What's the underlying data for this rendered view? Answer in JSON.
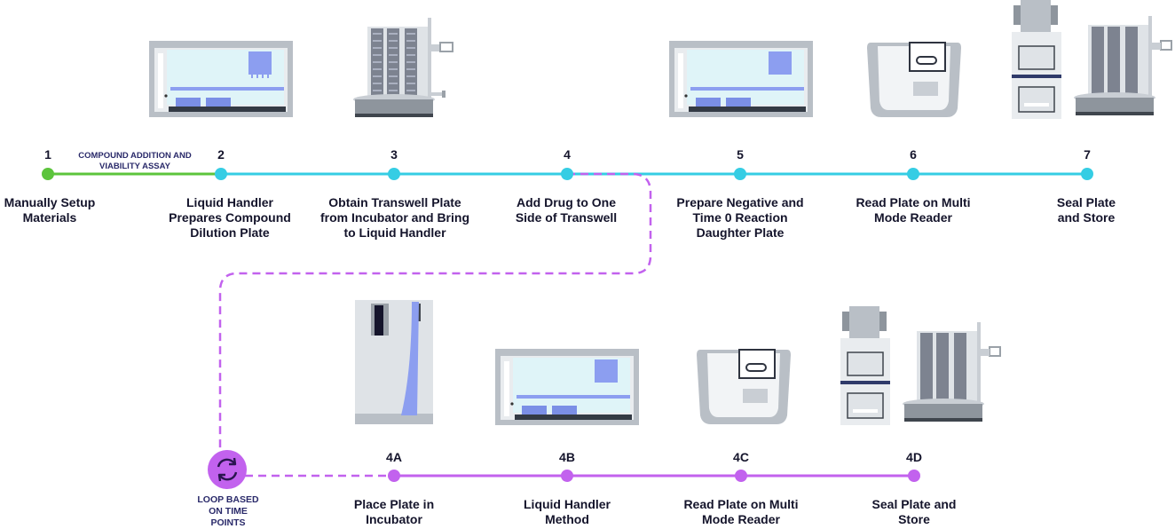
{
  "colors": {
    "green": "#5cc43c",
    "cyan": "#35cde4",
    "purple": "#c262ee",
    "purple_dark": "#8a3ad0",
    "equipment_gray": "#b9bfc6",
    "equipment_light": "#e9ecef",
    "screen_blue": "#dff4f8",
    "accent_blue": "#8c9ef0",
    "text": "#14142b"
  },
  "top_row": {
    "segment_label": "COMPOUND ADDITION AND VIABILITY ASSAY",
    "steps": [
      {
        "num": "1",
        "label": "Manually Setup Materials",
        "icon": "none"
      },
      {
        "num": "2",
        "label": "Liquid Handler Prepares Compound Dilution Plate",
        "icon": "liquid-handler-icon"
      },
      {
        "num": "3",
        "label": "Obtain Transwell Plate from Incubator and Bring to Liquid Handler",
        "icon": "plate-hotel-icon"
      },
      {
        "num": "4",
        "label": "Add Drug to One Side of Transwell",
        "icon": "none"
      },
      {
        "num": "5",
        "label": "Prepare Negative and Time 0 Reaction Daughter Plate",
        "icon": "liquid-handler-icon"
      },
      {
        "num": "6",
        "label": "Read Plate on Multi Mode Reader",
        "icon": "plate-reader-icon"
      },
      {
        "num": "7",
        "label": "Seal Plate and Store",
        "icon": "sealer-and-hotel-icon"
      }
    ]
  },
  "bottom_row": {
    "loop_label": "LOOP BASED ON TIME POINTS",
    "steps": [
      {
        "num": "4A",
        "label": "Place Plate in Incubator",
        "icon": "incubator-icon"
      },
      {
        "num": "4B",
        "label": "Liquid Handler Method",
        "icon": "liquid-handler-icon"
      },
      {
        "num": "4C",
        "label": "Read Plate on Multi Mode Reader",
        "icon": "plate-reader-icon"
      },
      {
        "num": "4D",
        "label": "Seal Plate and Store",
        "icon": "sealer-and-hotel-icon"
      }
    ]
  }
}
